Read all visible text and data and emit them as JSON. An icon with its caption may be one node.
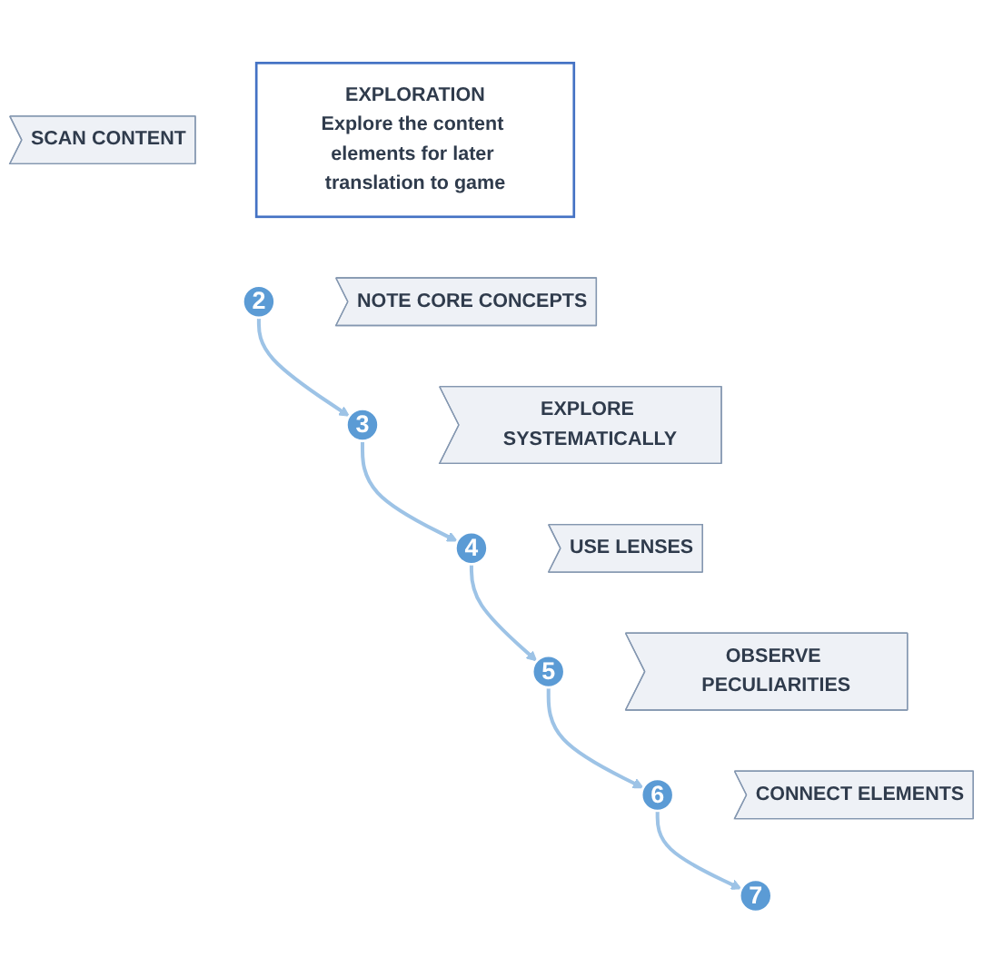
{
  "diagram": {
    "nodes": [
      {
        "text": [
          "EXPLORATION",
          "Explore the content elements for later translation to game"
        ]
      },
      {
        "text": [
          "SCAN CONTENT"
        ]
      },
      {
        "text": [
          "2"
        ]
      },
      {
        "text": [
          "NOTE CORE CONCEPTS"
        ]
      },
      {
        "text": [
          "3"
        ]
      },
      {
        "text": [
          "EXPLORE SYSTEMATICALLY"
        ]
      },
      {
        "text": [
          "4"
        ]
      },
      {
        "text": [
          "USE LENSES"
        ]
      },
      {
        "text": [
          "5"
        ]
      },
      {
        "text": [
          "OBSERVE PECULIARITIES"
        ]
      },
      {
        "text": [
          "6"
        ]
      },
      {
        "text": [
          "CONNECT ELEMENTS"
        ]
      },
      {
        "text": [
          "7"
        ]
      }
    ],
    "edges": [
      {
        "from": 2,
        "to": 4,
        "arrow": "to"
      },
      {
        "from": 4,
        "to": 6,
        "arrow": "to"
      },
      {
        "from": 6,
        "to": 8,
        "arrow": "to"
      },
      {
        "from": 8,
        "to": 10,
        "arrow": "to"
      },
      {
        "from": 10,
        "to": 12,
        "arrow": "to"
      }
    ]
  }
}
